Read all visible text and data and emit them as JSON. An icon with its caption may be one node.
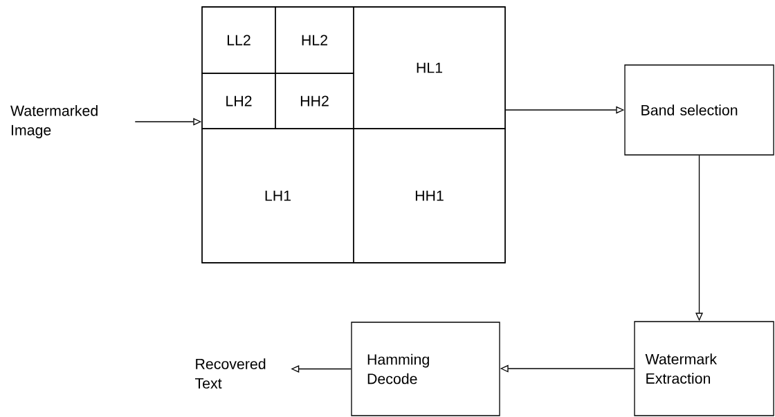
{
  "diagram": {
    "nodes": [
      {
        "text": [
          "Watermarked Image"
        ]
      },
      {
        "text": [],
        "shape": "box"
      },
      {
        "text": [
          "LL2"
        ],
        "in": 1
      },
      {
        "text": [
          "HL2"
        ],
        "in": 1
      },
      {
        "text": [
          "LH2"
        ],
        "in": 1
      },
      {
        "text": [
          "HH2"
        ],
        "in": 1
      },
      {
        "text": [
          "HL1"
        ],
        "in": 1
      },
      {
        "text": [
          "LH1"
        ],
        "in": 1
      },
      {
        "text": [
          "HH1"
        ],
        "in": 1
      },
      {
        "text": [
          "Band selection"
        ]
      },
      {
        "text": [
          "Watermark Extraction"
        ]
      },
      {
        "text": [
          "Hamming Decode"
        ]
      },
      {
        "text": [
          "Recovered Text"
        ]
      }
    ],
    "edges": [
      {
        "from": 0,
        "to": 1,
        "arrow": "to"
      },
      {
        "from": 1,
        "to": 9,
        "arrow": "to"
      },
      {
        "from": 9,
        "to": 10,
        "arrow": "to"
      },
      {
        "from": 10,
        "to": 11,
        "arrow": "to"
      },
      {
        "from": 11,
        "to": 12,
        "arrow": "to"
      }
    ]
  }
}
